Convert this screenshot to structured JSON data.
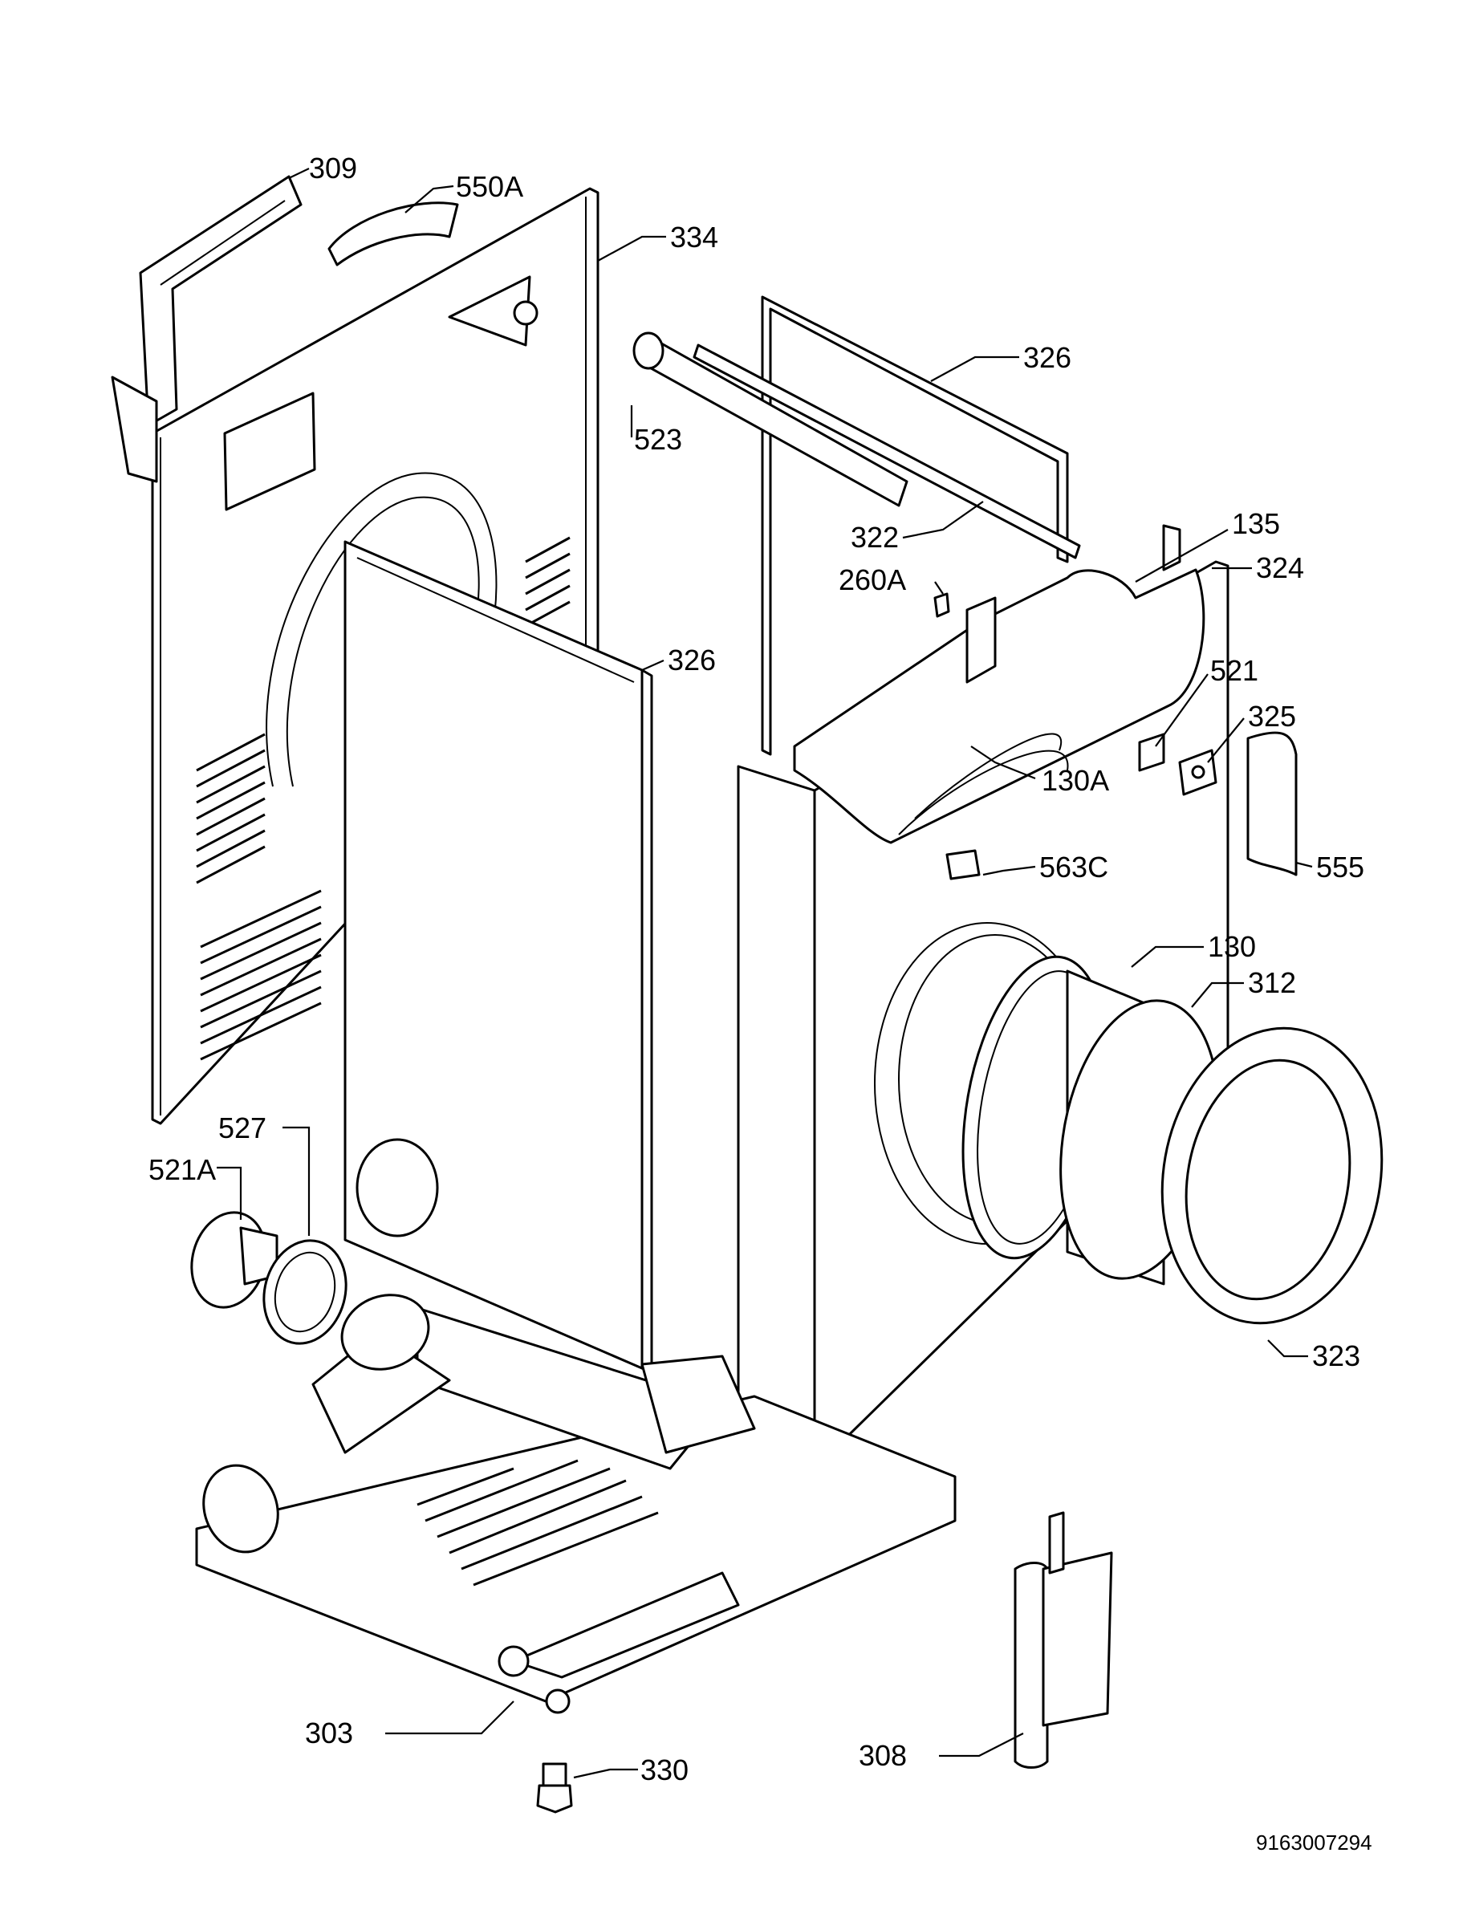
{
  "diagram": {
    "labels": {
      "p309": "309",
      "p550A": "550A",
      "p334": "334",
      "p326_top": "326",
      "p523": "523",
      "p322": "322",
      "p135": "135",
      "p324": "324",
      "p260A": "260A",
      "p326_mid": "326",
      "p521": "521",
      "p325": "325",
      "p130A": "130A",
      "p555": "555",
      "p563C": "563C",
      "p130": "130",
      "p312": "312",
      "p527": "527",
      "p521A": "521A",
      "p323": "323",
      "p308": "308",
      "p303": "303",
      "p330": "330"
    },
    "reference_number": "9163007294"
  }
}
